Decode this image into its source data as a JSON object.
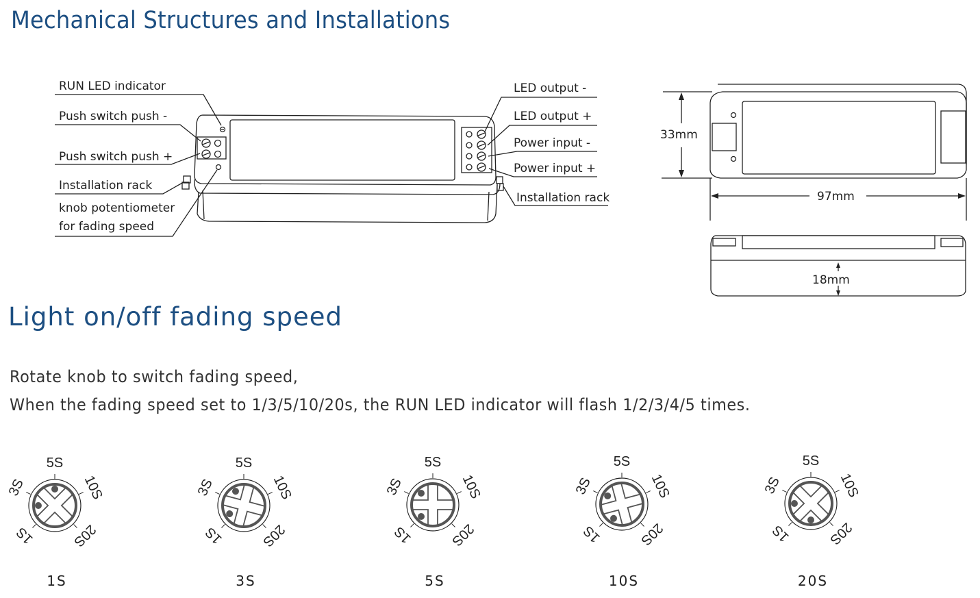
{
  "sections": {
    "mechanical_title": "Mechanical Structures and Installations",
    "fading_title": "Light on/off fading speed"
  },
  "callouts": {
    "left": [
      "RUN LED indicator",
      "Push switch push -",
      "Push switch push +",
      "Installation rack",
      "knob potentiometer",
      "for fading speed"
    ],
    "right": [
      "LED output -",
      "LED output +",
      "Power input -",
      "Power input +",
      "Installation rack"
    ]
  },
  "dimensions": {
    "height": "33mm",
    "length": "97mm",
    "depth": "18mm"
  },
  "description": {
    "line1": "Rotate knob to switch fading speed,",
    "line2": "When the fading speed set to 1/3/5/10/20s, the RUN LED indicator will flash 1/2/3/4/5 times."
  },
  "knob_scale": [
    "1S",
    "3S",
    "5S",
    "10S",
    "20S"
  ],
  "knobs": [
    {
      "caption": "1S",
      "setting": "1S"
    },
    {
      "caption": "3S",
      "setting": "3S"
    },
    {
      "caption": "5S",
      "setting": "5S"
    },
    {
      "caption": "10S",
      "setting": "10S"
    },
    {
      "caption": "20S",
      "setting": "20S"
    }
  ],
  "colors": {
    "title": "#1d4f82",
    "line": "#222222",
    "knob": "#555555"
  }
}
